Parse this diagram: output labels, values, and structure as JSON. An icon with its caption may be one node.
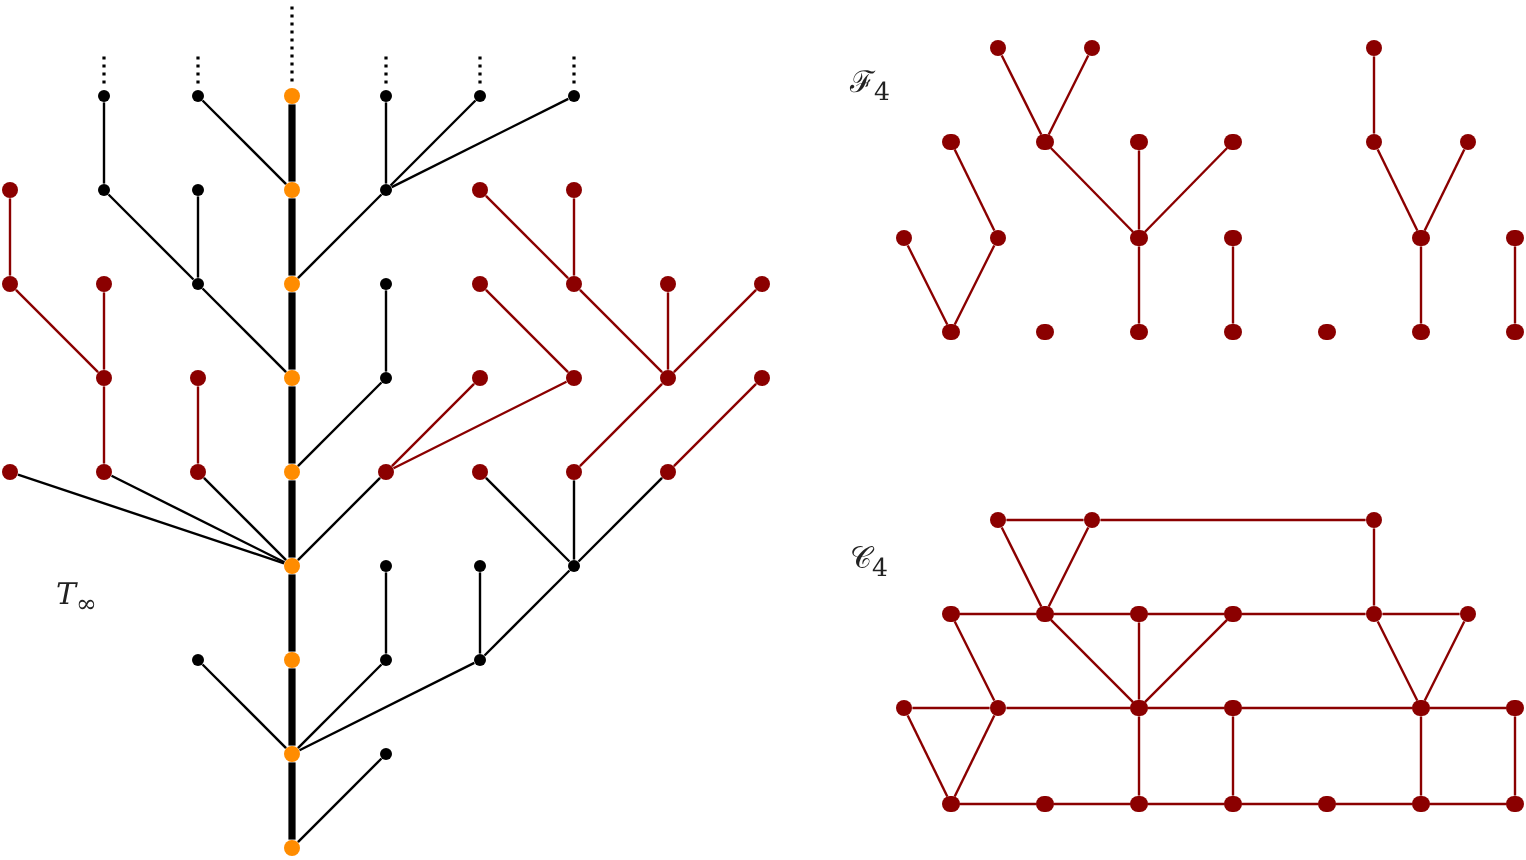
{
  "diagram": {
    "nodes": [
      {
        "text": [],
        "shape": "circle"
      },
      {
        "text": [],
        "shape": "circle"
      },
      {
        "text": [],
        "shape": "circle"
      },
      {
        "text": [],
        "shape": "circle"
      },
      {
        "text": [],
        "shape": "circle"
      },
      {
        "text": [],
        "shape": "circle"
      },
      {
        "text": [],
        "shape": "circle"
      },
      {
        "text": [],
        "shape": "circle"
      },
      {
        "text": [],
        "shape": "circle"
      },
      {
        "text": [],
        "shape": "circle"
      },
      {
        "text": [],
        "shape": "circle"
      },
      {
        "text": [],
        "shape": "circle"
      },
      {
        "text": [],
        "shape": "circle"
      },
      {
        "text": [],
        "shape": "circle"
      },
      {
        "text": [],
        "shape": "circle"
      },
      {
        "text": [],
        "shape": "circle"
      },
      {
        "text": [],
        "shape": "circle"
      },
      {
        "text": [],
        "shape": "circle"
      },
      {
        "text": [],
        "shape": "circle"
      },
      {
        "text": [],
        "shape": "circle"
      },
      {
        "text": [],
        "shape": "circle"
      },
      {
        "text": [],
        "shape": "circle"
      },
      {
        "text": [],
        "shape": "circle"
      },
      {
        "text": [],
        "shape": "circle"
      },
      {
        "text": [],
        "shape": "circle"
      },
      {
        "text": [],
        "shape": "circle"
      },
      {
        "text": [],
        "shape": "circle"
      },
      {
        "text": [],
        "shape": "circle"
      },
      {
        "text": [],
        "shape": "circle"
      },
      {
        "text": [],
        "shape": "circle"
      },
      {
        "text": [],
        "shape": "circle"
      },
      {
        "text": [],
        "shape": "circle"
      },
      {
        "text": [],
        "shape": "circle"
      },
      {
        "text": [],
        "shape": "circle"
      },
      {
        "text": [],
        "shape": "circle"
      },
      {
        "text": [],
        "shape": "circle"
      },
      {
        "text": [],
        "shape": "circle"
      },
      {
        "text": [],
        "shape": "circle"
      },
      {
        "text": [],
        "shape": "circle"
      },
      {
        "text": [],
        "shape": "circle"
      },
      {
        "text": [],
        "shape": "circle"
      },
      {
        "text": [],
        "shape": "circle"
      },
      {
        "text": [],
        "shape": "circle"
      },
      {
        "text": [],
        "shape": "circle"
      },
      {
        "text": [],
        "shape": "circle"
      },
      {
        "text": [],
        "shape": "circle"
      },
      {
        "text": [],
        "shape": "circle"
      },
      {
        "text": [],
        "shape": "circle"
      },
      {
        "text": [],
        "shape": "circle"
      },
      {
        "text": [],
        "shape": "circle"
      },
      {
        "text": [],
        "shape": "circle"
      },
      {
        "text": [],
        "shape": "circle"
      },
      {
        "text": [],
        "shape": "circle"
      },
      {
        "text": [],
        "shape": "circle"
      },
      {
        "text": [],
        "shape": "circle"
      },
      {
        "text": [],
        "shape": "circle"
      },
      {
        "text": [],
        "shape": "circle"
      },
      {
        "text": [],
        "shape": "circle"
      },
      {
        "text": [],
        "shape": "circle"
      },
      {
        "text": [],
        "shape": "circle"
      },
      {
        "text": [],
        "shape": "circle"
      },
      {
        "text": [],
        "shape": "circle"
      },
      {
        "text": [],
        "shape": "circle"
      },
      {
        "text": [],
        "shape": "circle"
      },
      {
        "text": [],
        "shape": "circle"
      },
      {
        "text": [],
        "shape": "circle"
      },
      {
        "text": [],
        "shape": "circle"
      },
      {
        "text": [],
        "shape": "circle"
      },
      {
        "text": [],
        "shape": "circle"
      },
      {
        "text": [],
        "shape": "circle"
      },
      {
        "text": [],
        "shape": "circle"
      },
      {
        "text": [],
        "shape": "circle"
      },
      {
        "text": [],
        "shape": "circle"
      },
      {
        "text": [],
        "shape": "circle"
      },
      {
        "text": [],
        "shape": "circle"
      },
      {
        "text": [],
        "shape": "circle"
      },
      {
        "text": [],
        "shape": "circle"
      },
      {
        "text": [],
        "shape": "circle"
      },
      {
        "text": [],
        "shape": "circle"
      },
      {
        "text": [],
        "shape": "circle"
      },
      {
        "text": [],
        "shape": "circle"
      },
      {
        "text": [],
        "shape": "circle"
      },
      {
        "text": [],
        "shape": "circle"
      },
      {
        "text": [],
        "shape": "circle"
      },
      {
        "text": [],
        "shape": "circle"
      },
      {
        "text": [],
        "shape": "circle"
      },
      {
        "text": [],
        "shape": "circle"
      },
      {
        "text": [],
        "shape": "circle"
      },
      {
        "text": [],
        "shape": "circle"
      },
      {
        "text": [],
        "shape": "circle"
      },
      {
        "text": [],
        "shape": "circle"
      },
      {
        "text": [],
        "shape": "circle"
      },
      {
        "text": [],
        "shape": "circle"
      }
    ],
    "edges": [
      {
        "from": 0,
        "to": 7,
        "arrow": "none",
        "color": "#000000"
      },
      {
        "from": 1,
        "to": 9,
        "arrow": "none",
        "color": "#000000"
      },
      {
        "from": 3,
        "to": 10,
        "arrow": "none",
        "color": "#000000"
      },
      {
        "from": 4,
        "to": 10,
        "arrow": "none",
        "color": "#000000"
      },
      {
        "from": 5,
        "to": 10,
        "arrow": "none",
        "color": "#000000"
      },
      {
        "from": 7,
        "to": 15,
        "arrow": "none",
        "color": "#000000"
      },
      {
        "from": 8,
        "to": 15,
        "arrow": "none",
        "color": "#000000"
      },
      {
        "from": 10,
        "to": 16,
        "arrow": "none",
        "color": "#000000"
      },
      {
        "from": 15,
        "to": 24,
        "arrow": "none",
        "color": "#000000"
      },
      {
        "from": 17,
        "to": 25,
        "arrow": "none",
        "color": "#000000"
      },
      {
        "from": 25,
        "to": 33,
        "arrow": "none",
        "color": "#000000"
      },
      {
        "from": 30,
        "to": 38,
        "arrow": "none",
        "color": "#000000"
      },
      {
        "from": 31,
        "to": 38,
        "arrow": "none",
        "color": "#000000"
      },
      {
        "from": 32,
        "to": 38,
        "arrow": "none",
        "color": "#000000"
      },
      {
        "from": 34,
        "to": 38,
        "arrow": "none",
        "color": "#000000"
      },
      {
        "from": 35,
        "to": 41,
        "arrow": "none",
        "color": "#000000"
      },
      {
        "from": 36,
        "to": 41,
        "arrow": "none",
        "color": "#000000"
      },
      {
        "from": 37,
        "to": 41,
        "arrow": "none",
        "color": "#000000"
      },
      {
        "from": 39,
        "to": 44,
        "arrow": "none",
        "color": "#000000"
      },
      {
        "from": 40,
        "to": 45,
        "arrow": "none",
        "color": "#000000"
      },
      {
        "from": 41,
        "to": 45,
        "arrow": "none",
        "color": "#000000"
      },
      {
        "from": 44,
        "to": 46,
        "arrow": "none",
        "color": "#000000"
      },
      {
        "from": 45,
        "to": 46,
        "arrow": "none",
        "color": "#000000"
      },
      {
        "from": 42,
        "to": 46,
        "arrow": "none",
        "color": "#000000"
      },
      {
        "from": 47,
        "to": 48,
        "arrow": "none",
        "color": "#000000"
      },
      {
        "from": 2,
        "to": 9,
        "arrow": "none",
        "style": "thick",
        "color": "#000000"
      },
      {
        "from": 9,
        "to": 16,
        "arrow": "none",
        "style": "thick",
        "color": "#000000"
      },
      {
        "from": 16,
        "to": 24,
        "arrow": "none",
        "style": "thick",
        "color": "#000000"
      },
      {
        "from": 24,
        "to": 33,
        "arrow": "none",
        "style": "thick",
        "color": "#000000"
      },
      {
        "from": 33,
        "to": 38,
        "arrow": "none",
        "style": "thick",
        "color": "#000000"
      },
      {
        "from": 38,
        "to": 43,
        "arrow": "none",
        "style": "thick",
        "color": "#000000"
      },
      {
        "from": 43,
        "to": 46,
        "arrow": "none",
        "style": "thick",
        "color": "#000000"
      },
      {
        "from": 46,
        "to": 48,
        "arrow": "none",
        "style": "thick",
        "color": "#000000"
      },
      {
        "from": 6,
        "to": 13,
        "arrow": "none"
      },
      {
        "from": 13,
        "to": 22,
        "arrow": "none"
      },
      {
        "from": 14,
        "to": 22,
        "arrow": "none"
      },
      {
        "from": 22,
        "to": 31,
        "arrow": "none"
      },
      {
        "from": 23,
        "to": 32,
        "arrow": "none"
      },
      {
        "from": 11,
        "to": 19,
        "arrow": "none"
      },
      {
        "from": 12,
        "to": 19,
        "arrow": "none"
      },
      {
        "from": 19,
        "to": 28,
        "arrow": "none"
      },
      {
        "from": 20,
        "to": 28,
        "arrow": "none"
      },
      {
        "from": 21,
        "to": 28,
        "arrow": "none"
      },
      {
        "from": 28,
        "to": 36,
        "arrow": "none"
      },
      {
        "from": 29,
        "to": 37,
        "arrow": "none"
      },
      {
        "from": 18,
        "to": 27,
        "arrow": "none"
      },
      {
        "from": 27,
        "to": 34,
        "arrow": "none"
      },
      {
        "from": 26,
        "to": 34,
        "arrow": "none"
      },
      {
        "from": 49,
        "to": 53,
        "arrow": "none"
      },
      {
        "from": 50,
        "to": 53,
        "arrow": "none"
      },
      {
        "from": 53,
        "to": 60,
        "arrow": "none"
      },
      {
        "from": 54,
        "to": 60,
        "arrow": "none"
      },
      {
        "from": 55,
        "to": 60,
        "arrow": "none"
      },
      {
        "from": 60,
        "to": 66,
        "arrow": "none"
      },
      {
        "from": 52,
        "to": 59,
        "arrow": "none"
      },
      {
        "from": 59,
        "to": 64,
        "arrow": "none"
      },
      {
        "from": 58,
        "to": 64,
        "arrow": "none"
      },
      {
        "from": 61,
        "to": 67,
        "arrow": "none"
      },
      {
        "from": 51,
        "to": 56,
        "arrow": "none"
      },
      {
        "from": 56,
        "to": 62,
        "arrow": "none"
      },
      {
        "from": 57,
        "to": 62,
        "arrow": "none"
      },
      {
        "from": 62,
        "to": 69,
        "arrow": "none"
      },
      {
        "from": 63,
        "to": 70,
        "arrow": "none"
      },
      {
        "from": 71,
        "to": 72,
        "arrow": "none"
      },
      {
        "from": 72,
        "to": 73,
        "arrow": "none"
      },
      {
        "from": 71,
        "to": 75,
        "arrow": "none"
      },
      {
        "from": 72,
        "to": 75,
        "arrow": "none"
      },
      {
        "from": 73,
        "to": 78,
        "arrow": "none"
      },
      {
        "from": 74,
        "to": 75,
        "arrow": "none"
      },
      {
        "from": 75,
        "to": 76,
        "arrow": "none"
      },
      {
        "from": 76,
        "to": 77,
        "arrow": "none"
      },
      {
        "from": 77,
        "to": 78,
        "arrow": "none"
      },
      {
        "from": 78,
        "to": 79,
        "arrow": "none"
      },
      {
        "from": 74,
        "to": 81,
        "arrow": "none"
      },
      {
        "from": 75,
        "to": 82,
        "arrow": "none"
      },
      {
        "from": 76,
        "to": 82,
        "arrow": "none"
      },
      {
        "from": 77,
        "to": 82,
        "arrow": "none"
      },
      {
        "from": 78,
        "to": 84,
        "arrow": "none"
      },
      {
        "from": 79,
        "to": 84,
        "arrow": "none"
      },
      {
        "from": 80,
        "to": 81,
        "arrow": "none"
      },
      {
        "from": 81,
        "to": 82,
        "arrow": "none"
      },
      {
        "from": 82,
        "to": 83,
        "arrow": "none"
      },
      {
        "from": 83,
        "to": 84,
        "arrow": "none"
      },
      {
        "from": 84,
        "to": 85,
        "arrow": "none"
      },
      {
        "from": 80,
        "to": 86,
        "arrow": "none"
      },
      {
        "from": 81,
        "to": 86,
        "arrow": "none"
      },
      {
        "from": 82,
        "to": 88,
        "arrow": "none"
      },
      {
        "from": 83,
        "to": 89,
        "arrow": "none"
      },
      {
        "from": 84,
        "to": 91,
        "arrow": "none"
      },
      {
        "from": 85,
        "to": 92,
        "arrow": "none"
      },
      {
        "from": 86,
        "to": 87,
        "arrow": "none"
      },
      {
        "from": 87,
        "to": 88,
        "arrow": "none"
      },
      {
        "from": 88,
        "to": 89,
        "arrow": "none"
      },
      {
        "from": 89,
        "to": 90,
        "arrow": "none"
      },
      {
        "from": 90,
        "to": 91,
        "arrow": "none"
      },
      {
        "from": 91,
        "to": 92,
        "arrow": "none"
      }
    ],
    "labels": [
      "*T*$_{∞}$",
      "ℱ$_{4}$",
      "𝒞$_{4}$"
    ]
  }
}
